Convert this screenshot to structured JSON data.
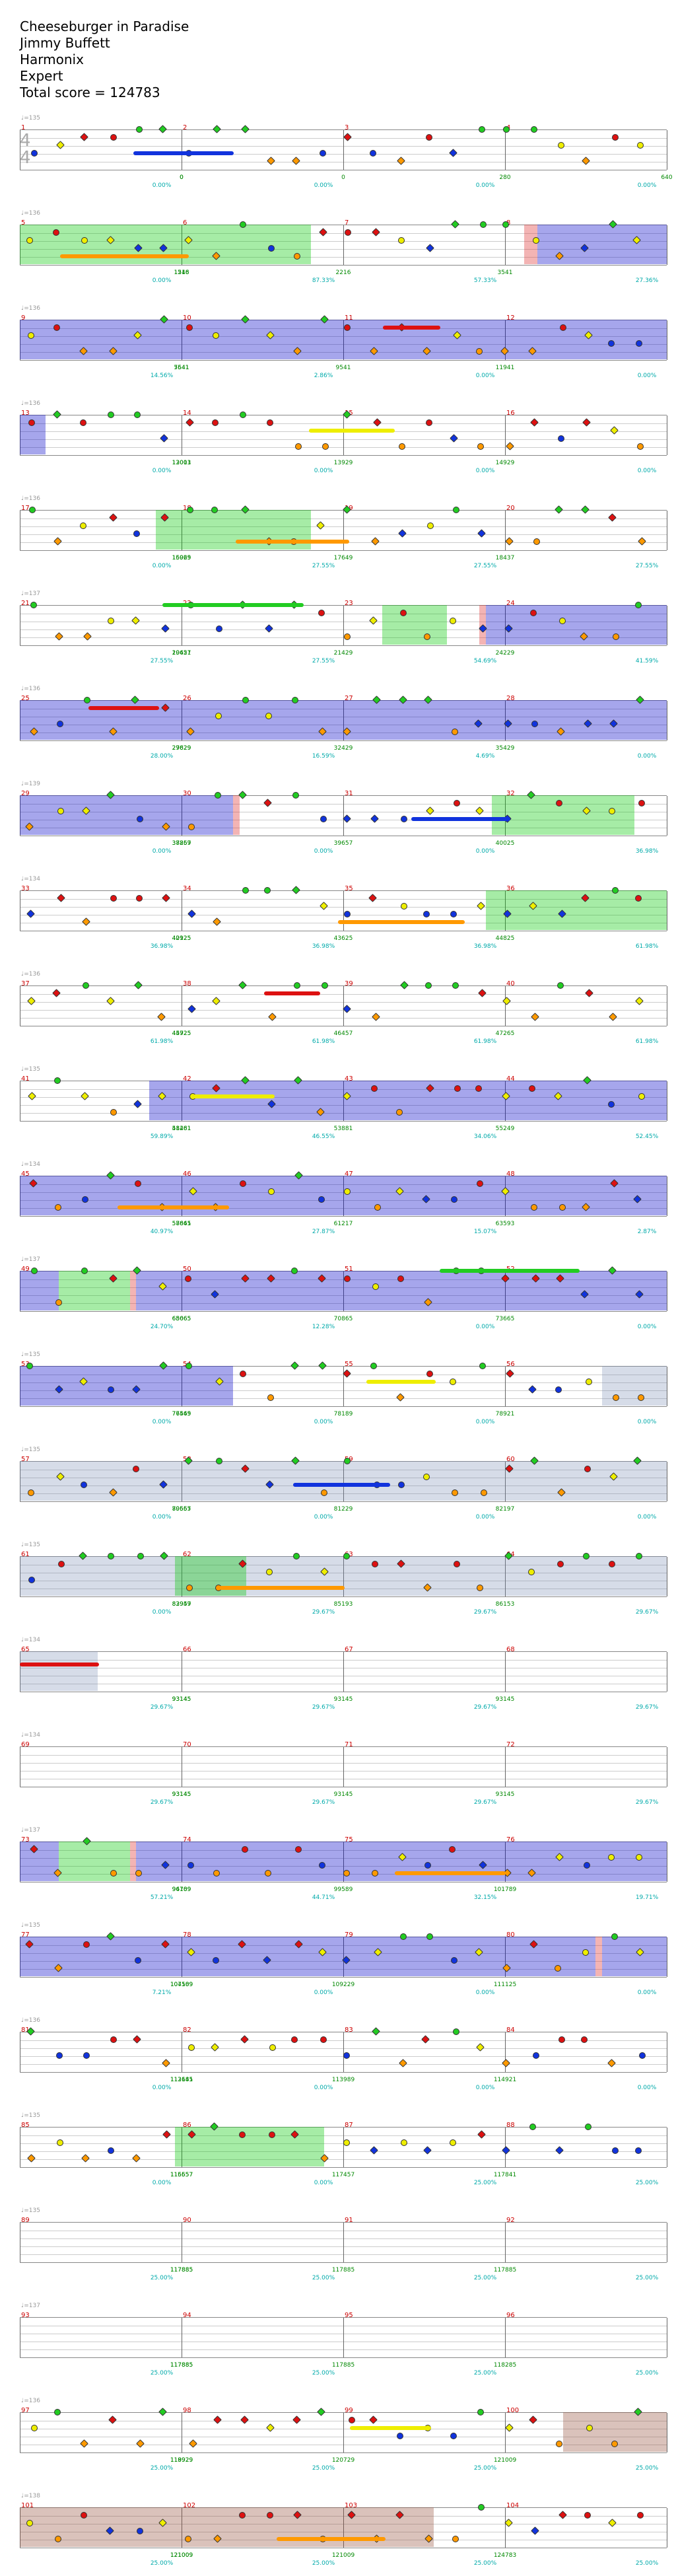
{
  "header": {
    "title": "Cheeseburger in Paradise",
    "artist": "Jimmy Buffett",
    "charter": "Harmonix",
    "difficulty": "Expert",
    "total_score": "Total score = 124783"
  },
  "time_signature": {
    "top": "4",
    "bottom": "4"
  },
  "colors": {
    "green": "#22cc22",
    "red": "#dd1111",
    "yellow": "#eeee00",
    "blue": "#1133dd",
    "orange": "#ff9900"
  },
  "rows": [
    {
      "measures": [
        "1",
        "2",
        "3",
        "4"
      ],
      "scores": [
        "0",
        "0",
        "0",
        "280",
        "640"
      ],
      "pcts": [
        "0.00%",
        "0.00%",
        "0.00%",
        "0.00%"
      ],
      "tempo": "♩=135"
    },
    {
      "measures": [
        "5",
        "6",
        "7",
        "8"
      ],
      "scores": [
        "1248",
        "1516",
        "2216",
        "3541"
      ],
      "pcts": [
        "0.00%",
        "87.33%",
        "57.33%",
        "27.36%"
      ],
      "tempo": "♩=136"
    },
    {
      "measures": [
        "9",
        "10",
        "11",
        "12"
      ],
      "scores": [
        "5541",
        "7641",
        "9541",
        "11941"
      ],
      "pcts": [
        "14.56%",
        "2.86%",
        "0.00%",
        "0.00%"
      ],
      "tempo": "♩=136"
    },
    {
      "measures": [
        "13",
        "14",
        "15",
        "16"
      ],
      "scores": [
        "12001",
        "13013",
        "13929",
        "14929"
      ],
      "pcts": [
        "0.00%",
        "0.00%",
        "0.00%",
        "0.00%"
      ],
      "tempo": "♩=136"
    },
    {
      "measures": [
        "17",
        "18",
        "19",
        "20"
      ],
      "scores": [
        "15029",
        "16965",
        "17649",
        "18437"
      ],
      "pcts": [
        "0.00%",
        "27.55%",
        "27.55%",
        "27.55%"
      ],
      "tempo": "♩=136"
    },
    {
      "measures": [
        "21",
        "22",
        "23",
        "24"
      ],
      "scores": [
        "19421",
        "20657",
        "21429",
        "24229"
      ],
      "pcts": [
        "27.55%",
        "27.55%",
        "54.69%",
        "41.59%"
      ],
      "tempo": "♩=137"
    },
    {
      "measures": [
        "25",
        "26",
        "27",
        "28"
      ],
      "scores": [
        "27829",
        "29629",
        "32429",
        "35429"
      ],
      "pcts": [
        "28.00%",
        "16.59%",
        "4.69%",
        "0.00%"
      ],
      "tempo": "♩=136"
    },
    {
      "measures": [
        "29",
        "30",
        "31",
        "32"
      ],
      "scores": [
        "37269",
        "38857",
        "39657",
        "40025"
      ],
      "pcts": [
        "0.00%",
        "0.00%",
        "0.00%",
        "36.98%"
      ],
      "tempo": "♩=139"
    },
    {
      "measures": [
        "33",
        "34",
        "35",
        "36"
      ],
      "scores": [
        "40925",
        "42125",
        "43625",
        "44825"
      ],
      "pcts": [
        "36.98%",
        "36.98%",
        "36.98%",
        "61.98%"
      ],
      "tempo": "♩=134"
    },
    {
      "measures": [
        "37",
        "38",
        "39",
        "40"
      ],
      "scores": [
        "44725",
        "45925",
        "46457",
        "47265"
      ],
      "pcts": [
        "61.98%",
        "61.98%",
        "61.98%",
        "61.98%"
      ],
      "tempo": "♩=136"
    },
    {
      "measures": [
        "41",
        "42",
        "43",
        "44"
      ],
      "scores": [
        "48281",
        "51461",
        "53881",
        "55249"
      ],
      "pcts": [
        "59.89%",
        "46.55%",
        "34.06%",
        "52.45%"
      ],
      "tempo": "♩=135"
    },
    {
      "measures": [
        "45",
        "46",
        "47",
        "48"
      ],
      "scores": [
        "57665",
        "58841",
        "61217",
        "63593"
      ],
      "pcts": [
        "40.97%",
        "27.87%",
        "15.07%",
        "2.87%"
      ],
      "tempo": "♩=134"
    },
    {
      "measures": [
        "49",
        "50",
        "51",
        "52"
      ],
      "scores": [
        "65665",
        "68065",
        "70865",
        "73665"
      ],
      "pcts": [
        "24.70%",
        "12.28%",
        "0.00%",
        "0.00%"
      ],
      "tempo": "♩=137"
    },
    {
      "measures": [
        "53",
        "54",
        "55",
        "56"
      ],
      "scores": [
        "76465",
        "77549",
        "78189",
        "78921"
      ],
      "pcts": [
        "0.00%",
        "0.00%",
        "0.00%",
        "0.00%"
      ],
      "tempo": "♩=135"
    },
    {
      "measures": [
        "57",
        "58",
        "59",
        "60"
      ],
      "scores": [
        "79657",
        "80565",
        "81229",
        "82197"
      ],
      "pcts": [
        "0.00%",
        "0.00%",
        "0.00%",
        "0.00%"
      ],
      "tempo": "♩=135"
    },
    {
      "measures": [
        "61",
        "62",
        "63",
        "64"
      ],
      "scores": [
        "82949",
        "83957",
        "85193",
        "86153"
      ],
      "pcts": [
        "0.00%",
        "29.67%",
        "29.67%",
        "29.67%"
      ],
      "tempo": "♩=135"
    },
    {
      "measures": [
        "65",
        "66",
        "67",
        "68"
      ],
      "scores": [
        "93145",
        "93145",
        "93145",
        "93145"
      ],
      "pcts": [
        "29.67%",
        "29.67%",
        "29.67%",
        "29.67%"
      ],
      "tempo": "♩=134"
    },
    {
      "measures": [
        "69",
        "70",
        "71",
        "72"
      ],
      "scores": [
        "93145",
        "93145",
        "93145",
        "93145"
      ],
      "pcts": [
        "29.67%",
        "29.67%",
        "29.67%",
        "29.67%"
      ],
      "tempo": "♩=134"
    },
    {
      "measures": [
        "73",
        "74",
        "75",
        "76"
      ],
      "scores": [
        "94189",
        "96709",
        "99589",
        "101789"
      ],
      "pcts": [
        "57.21%",
        "44.71%",
        "32.15%",
        "19.71%"
      ],
      "tempo": "♩=137"
    },
    {
      "measures": [
        "77",
        "78",
        "79",
        "80"
      ],
      "scores": [
        "104589",
        "107109",
        "109229",
        "111125"
      ],
      "pcts": [
        "7.21%",
        "0.00%",
        "0.00%",
        "0.00%"
      ],
      "tempo": "♩=135"
    },
    {
      "measures": [
        "81",
        "82",
        "83",
        "84"
      ],
      "scores": [
        "112645",
        "113181",
        "113989",
        "114921"
      ],
      "pcts": [
        "0.00%",
        "0.00%",
        "0.00%",
        "0.00%"
      ],
      "tempo": "♩=136"
    },
    {
      "measures": [
        "85",
        "86",
        "87",
        "88"
      ],
      "scores": [
        "115557",
        "116657",
        "117457",
        "117841"
      ],
      "pcts": [
        "0.00%",
        "0.00%",
        "25.00%",
        "25.00%"
      ],
      "tempo": "♩=135"
    },
    {
      "measures": [
        "89",
        "90",
        "91",
        "92"
      ],
      "scores": [
        "117885",
        "117885",
        "117885",
        "117885"
      ],
      "pcts": [
        "25.00%",
        "25.00%",
        "25.00%",
        "25.00%"
      ],
      "tempo": "♩=135"
    },
    {
      "measures": [
        "93",
        "94",
        "95",
        "96"
      ],
      "scores": [
        "117885",
        "117885",
        "117885",
        "118285"
      ],
      "pcts": [
        "25.00%",
        "25.00%",
        "25.00%",
        "25.00%"
      ],
      "tempo": "♩=137"
    },
    {
      "measures": [
        "97",
        "98",
        "99",
        "100"
      ],
      "scores": [
        "118929",
        "119929",
        "120729",
        "121009"
      ],
      "pcts": [
        "25.00%",
        "25.00%",
        "25.00%",
        "25.00%"
      ],
      "tempo": "♩=136"
    },
    {
      "measures": [
        "101",
        "102",
        "103",
        "104"
      ],
      "scores": [
        "121009",
        "121009",
        "121009",
        "124783"
      ],
      "pcts": [
        "25.00%",
        "25.00%",
        "25.00%",
        "25.00%"
      ],
      "tempo": "♩=138"
    }
  ]
}
